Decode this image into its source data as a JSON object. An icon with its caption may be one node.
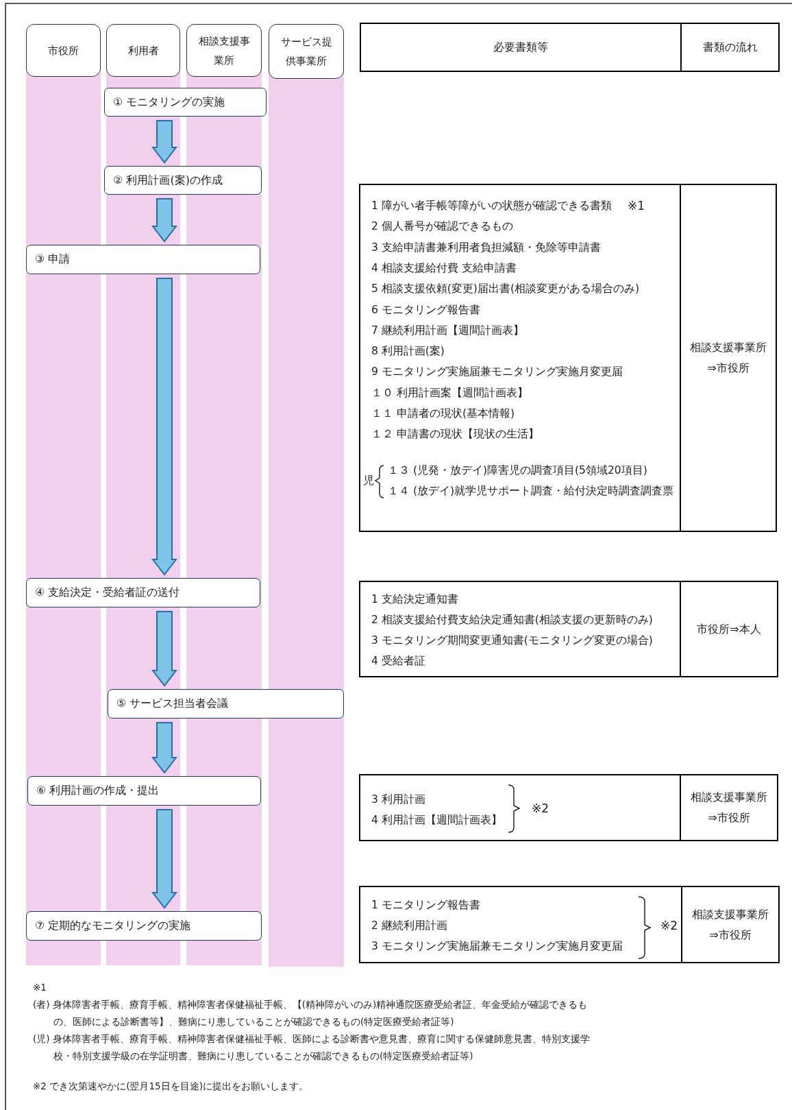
{
  "diagram": {
    "nodes": [
      {
        "text": [
          "市役所"
        ]
      },
      {
        "text": [
          "利用者"
        ]
      },
      {
        "text": [
          "相談支援事業所"
        ]
      },
      {
        "text": [
          "サービス提供事業所"
        ]
      },
      {
        "text": [
          "① モニタリングの実施"
        ]
      },
      {
        "text": [
          "② 利用計画(案)の作成"
        ]
      },
      {
        "text": [
          "③ 申請"
        ]
      },
      {
        "text": [
          "④ 支給決定・受給者証の送付"
        ]
      },
      {
        "text": [
          "⑤ サービス担当者会議"
        ]
      },
      {
        "text": [
          "⑥ 利用計画の作成・提出"
        ]
      },
      {
        "text": [
          "⑦ 定期的なモニタリングの実施"
        ]
      },
      {
        "text": [
          "必要書類等"
        ]
      },
      {
        "text": [
          "書類の流れ"
        ]
      },
      {
        "text": [
          "1 障がい者手帳等障がいの状態が確認できる書類",
          "※1",
          "2 個人番号が確認できるもの",
          "3 支給申請書兼利用者負担減額・免除等申請書",
          "4 相談支援給付費 支給申請書",
          "5 相談支援依頼(変更)届出書(相談変更がある場合のみ)",
          "6 モニタリング報告書",
          "7 継続利用計画【週間計画表】",
          "8 利用計画(案)",
          "9 モニタリング実施届兼モニタリング実施月変更届",
          "１０ 利用計画案【週間計画表】",
          "１１ 申請者の現状(基本情報)",
          "１２ 申請書の現状【現状の生活】",
          "児",
          "１３ (児発・放デイ)障害児の調査項目(5領域20項目)",
          "１４ (放デイ)就学児サポート調査・給付決定時調査調査票"
        ]
      },
      {
        "text": [
          "相談支援事業所⇒市役所"
        ]
      },
      {
        "text": [
          "1 支給決定通知書",
          "2 相談支援給付費支給決定通知書(相談支援の更新時のみ)",
          "3 モニタリング期間変更通知書(モニタリング変更の場合)",
          "4 受給者証"
        ]
      },
      {
        "text": [
          "市役所⇒本人"
        ]
      },
      {
        "text": [
          "3 利用計画",
          "4 利用計画【週間計画表】",
          "※2"
        ]
      },
      {
        "text": [
          "相談支援事業所⇒市役所"
        ]
      },
      {
        "text": [
          "1 モニタリング報告書",
          "2 継続利用計画",
          "3 モニタリング実施届兼モニタリング実施月変更届",
          "※2"
        ]
      },
      {
        "text": [
          "相談支援事業所⇒市役所"
        ]
      }
    ],
    "edges": [
      {
        "from": 4,
        "to": 5,
        "arrow": "to"
      },
      {
        "from": 5,
        "to": 6,
        "arrow": "to"
      },
      {
        "from": 6,
        "to": 7,
        "arrow": "to"
      },
      {
        "from": 7,
        "to": 8,
        "arrow": "to"
      },
      {
        "from": 8,
        "to": 9,
        "arrow": "to"
      },
      {
        "from": 9,
        "to": 10,
        "arrow": "to"
      }
    ],
    "labels": [
      "※1",
      "(者) 身体障害者手帳、療育手帳、精神障害者保健福祉手帳、【(精神障がいのみ)精神通院医療受給者証、年金受給が確認できるもの、医師による診断書等】、難病にり患していることが確認できるもの(特定医療受給者証等)",
      "(児) 身体障害者手帳、療育手帳、精神障害者保健福祉手帳、医師による診断書や意見書、療育に関する保健師意見書、特別支援学校・特別支援学級の在学証明書、難病にり患していることが確認できるもの(特定医療受給者証等)",
      "※2 でき次第速やかに(翌月15日を目途)に提出をお願いします。"
    ]
  }
}
